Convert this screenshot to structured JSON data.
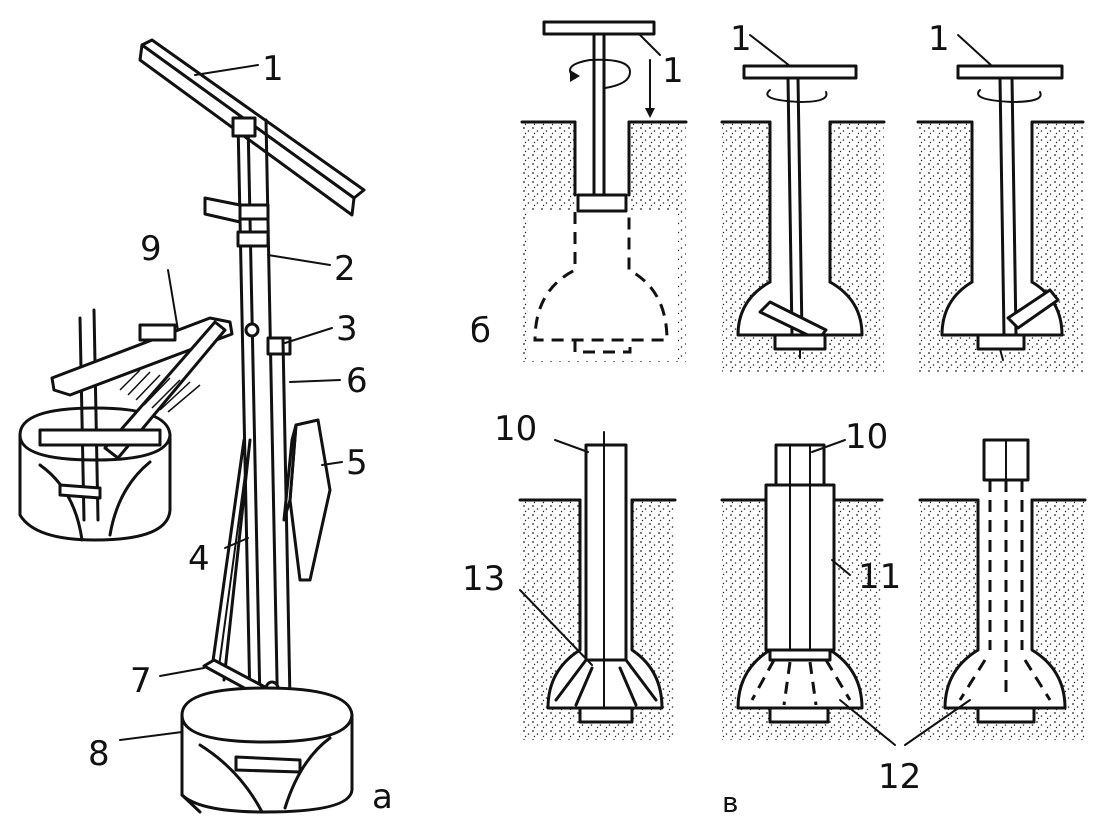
{
  "figure": {
    "panel_labels": {
      "a": "а",
      "b": "б",
      "v": "в"
    },
    "callouts": {
      "c1": "1",
      "c2": "2",
      "c3": "3",
      "c4": "4",
      "c5": "5",
      "c6": "6",
      "c7": "7",
      "c8": "8",
      "c9": "9",
      "c10": "10",
      "c11": "11",
      "c12": "12",
      "c13": "13"
    }
  }
}
